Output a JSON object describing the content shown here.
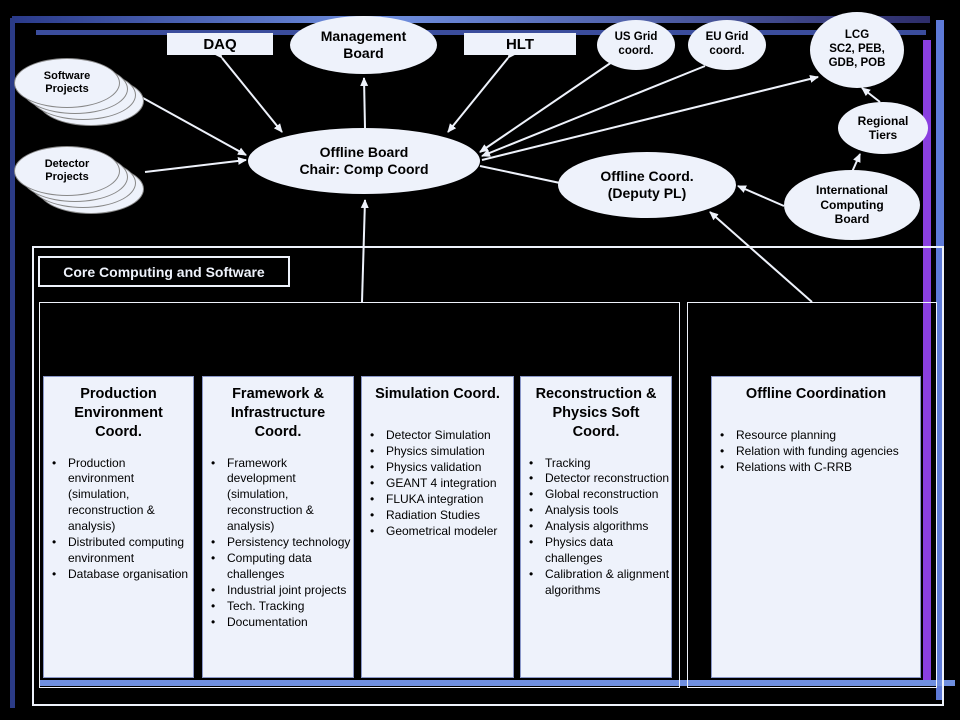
{
  "colors": {
    "background": "#000000",
    "node_fill": "#eef2fb",
    "frame_blue": "#6f8fe0",
    "frame_purple": "#8a3fe0"
  },
  "top": {
    "daq": "DAQ",
    "management_board": "Management\nBoard",
    "hlt": "HLT",
    "us_grid": "US Grid\ncoord.",
    "eu_grid": "EU Grid\ncoord.",
    "lcg": "LCG\nSC2, PEB,\nGDB, POB"
  },
  "left": {
    "software_projects": "Software\nProjects",
    "detector_projects": "Detector\nProjects"
  },
  "center": {
    "offline_board": "Offline Board\nChair: Comp Coord",
    "offline_coord": "Offline Coord.\n(Deputy PL)"
  },
  "right": {
    "regional_tiers": "Regional\nTiers",
    "icb": "International\nComputing\nBoard"
  },
  "core_label": "Core Computing and Software",
  "panels": [
    {
      "title": "Production\nEnvironment\nCoord.",
      "items": [
        "Production environment (simulation, reconstruction & analysis)",
        "Distributed computing environment",
        "Database organisation"
      ]
    },
    {
      "title": "Framework &\nInfrastructure\nCoord.",
      "items": [
        "Framework development (simulation, reconstruction & analysis)",
        "Persistency technology",
        "Computing data challenges",
        "Industrial joint projects",
        "Tech. Tracking",
        "Documentation"
      ]
    },
    {
      "title": "Simulation Coord.",
      "items": [
        "Detector Simulation",
        "Physics simulation",
        "Physics validation",
        "GEANT 4 integration",
        "FLUKA integration",
        "Radiation Studies",
        "Geometrical modeler"
      ]
    },
    {
      "title": "Reconstruction &\nPhysics Soft\nCoord.",
      "items": [
        "Tracking",
        "Detector reconstruction",
        "Global reconstruction",
        "Analysis tools",
        "Analysis algorithms",
        "Physics data challenges",
        "Calibration & alignment algorithms"
      ]
    },
    {
      "title": "Offline Coordination",
      "items": [
        "Resource planning",
        "Relation with funding agencies",
        "Relations with C-RRB"
      ]
    }
  ]
}
